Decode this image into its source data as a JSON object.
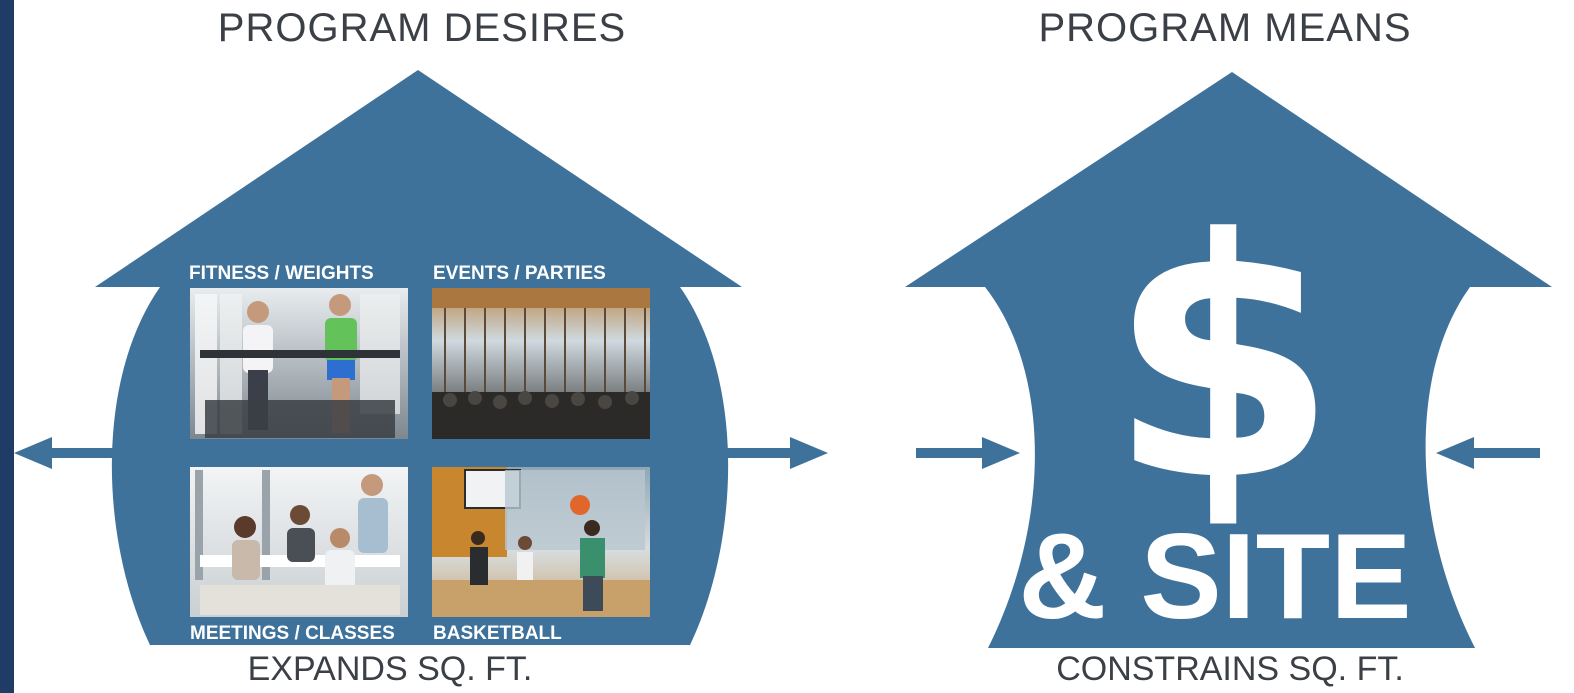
{
  "left_panel": {
    "title": "PROGRAM DESIRES",
    "caption": "EXPANDS SQ. FT.",
    "photos": [
      {
        "label": "FITNESS / WEIGHTS"
      },
      {
        "label": "EVENTS / PARTIES"
      },
      {
        "label": "MEETINGS / CLASSES"
      },
      {
        "label": "BASKETBALL"
      }
    ]
  },
  "right_panel": {
    "title": "PROGRAM MEANS",
    "caption": "CONSTRAINS SQ. FT.",
    "symbol": "$",
    "symbol_text": "& SITE"
  },
  "colors": {
    "house": "#3f729b",
    "sidebar": "#1f3c66",
    "text": "#3b3f46"
  }
}
